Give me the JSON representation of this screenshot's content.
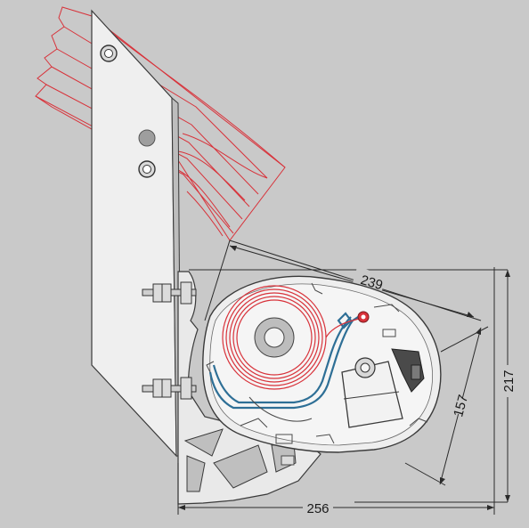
{
  "dimensions": {
    "width_total": "256",
    "height_total": "217",
    "diagonal": "239",
    "cassette_height": "157"
  },
  "colors": {
    "background": "#c9c9c9",
    "plate": "#efefef",
    "outline": "#3a3a3a",
    "rafter": "#d8323a",
    "coil": "#d8323a",
    "profile": "#2e6f96",
    "dim_line": "#2a2a2a"
  }
}
